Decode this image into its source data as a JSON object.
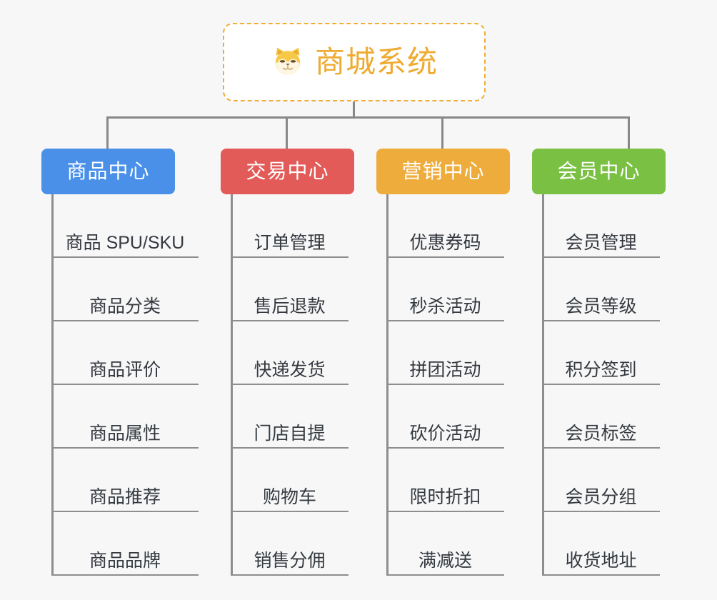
{
  "page": {
    "background_color": "#f7f7f7",
    "type": "mindmap-tree"
  },
  "root": {
    "title": "商城系统",
    "icon": "shiba-dog-face-icon",
    "border_color": "#efad35",
    "text_color": "#eeab32",
    "background_color": "#ffffff"
  },
  "connector": {
    "color": "#888888"
  },
  "columns": [
    {
      "id": "product-center",
      "label": "商品中心",
      "color": "#4a90e8",
      "items": [
        "商品 SPU/SKU",
        "商品分类",
        "商品评价",
        "商品属性",
        "商品推荐",
        "商品品牌"
      ]
    },
    {
      "id": "trade-center",
      "label": "交易中心",
      "color": "#e25b58",
      "items": [
        "订单管理",
        "售后退款",
        "快递发货",
        "门店自提",
        "购物车",
        "销售分佣"
      ]
    },
    {
      "id": "marketing-center",
      "label": "营销中心",
      "color": "#eeac3c",
      "items": [
        "优惠券码",
        "秒杀活动",
        "拼团活动",
        "砍价活动",
        "限时折扣",
        "满减送"
      ]
    },
    {
      "id": "member-center",
      "label": "会员中心",
      "color": "#79c043",
      "items": [
        "会员管理",
        "会员等级",
        "积分签到",
        "会员标签",
        "会员分组",
        "收货地址"
      ]
    }
  ]
}
